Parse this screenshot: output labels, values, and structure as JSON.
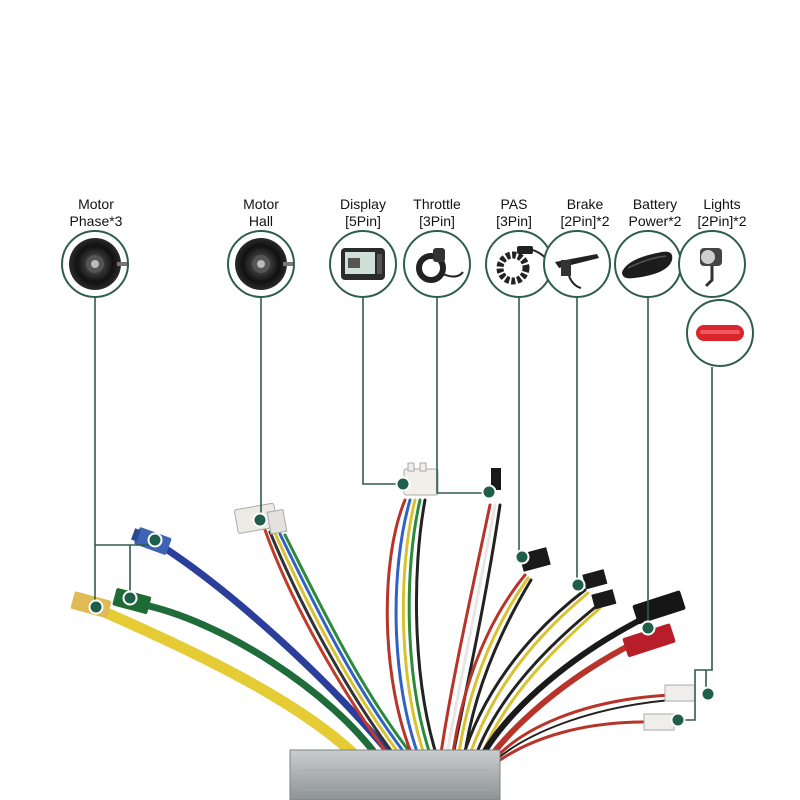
{
  "colors": {
    "leader": "#2f5d4b",
    "node": "#1f5e4a",
    "circle_border": "#2f5d4b"
  },
  "components": [
    {
      "id": "motor-phase",
      "line1": "Motor",
      "line2": "Phase*3",
      "icon": "hub-motor-icon"
    },
    {
      "id": "motor-hall",
      "line1": "Motor",
      "line2": "Hall",
      "icon": "hub-motor-icon"
    },
    {
      "id": "display",
      "line1": "Display",
      "line2": "[5Pin]",
      "icon": "lcd-display-icon"
    },
    {
      "id": "throttle",
      "line1": "Throttle",
      "line2": "[3Pin]",
      "icon": "thumb-throttle-icon"
    },
    {
      "id": "pas",
      "line1": "PAS",
      "line2": "[3Pin]",
      "icon": "pas-sensor-icon"
    },
    {
      "id": "brake",
      "line1": "Brake",
      "line2": "[2Pin]*2",
      "icon": "brake-lever-icon"
    },
    {
      "id": "battery",
      "line1": "Battery",
      "line2": "Power*2",
      "icon": "battery-pack-icon"
    },
    {
      "id": "lights",
      "line1": "Lights",
      "line2": "[2Pin]*2",
      "icon": "headlight-icon",
      "extra_icon": "tail-light-icon"
    }
  ]
}
